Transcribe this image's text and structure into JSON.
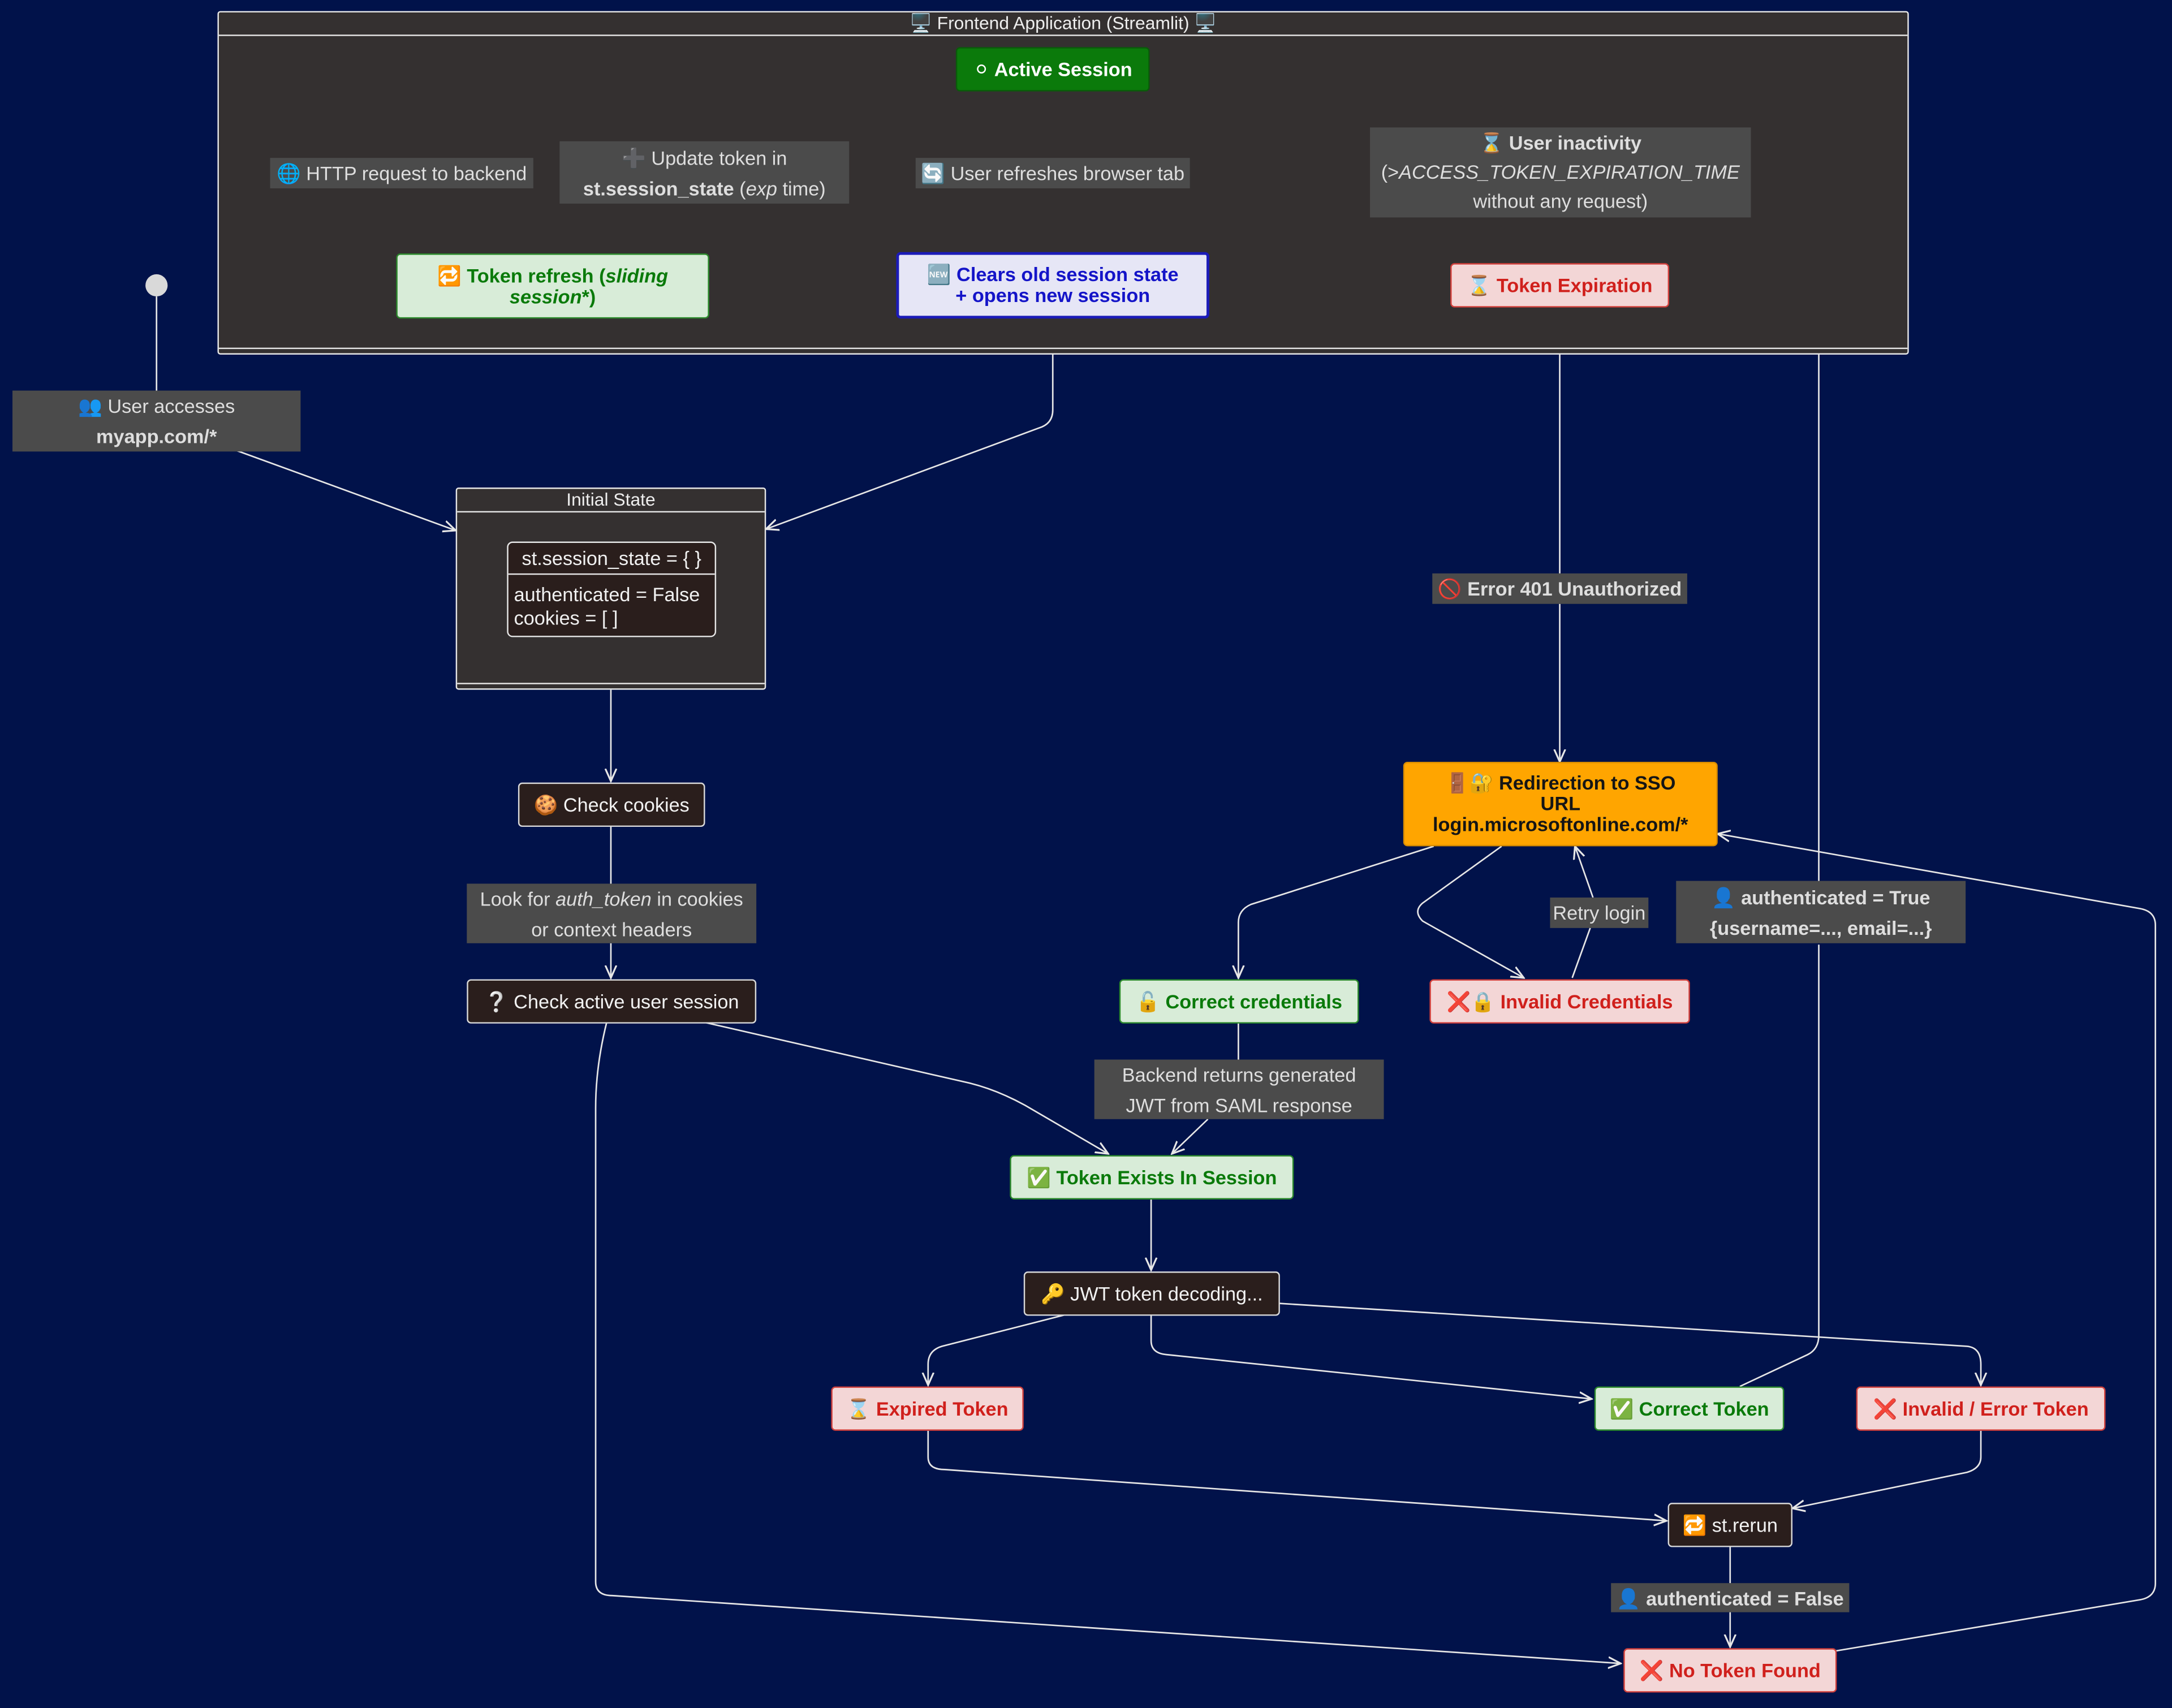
{
  "clusters": {
    "frontend_title": "🖥️ Frontend Application (Streamlit) 🖥️",
    "initial_title": "Initial State"
  },
  "nodes": {
    "active_session": "⚪ Active Session",
    "token_refresh_a": "🔁 Token refresh (",
    "token_refresh_b": "sliding session",
    "token_refresh_c": "*)",
    "clears_session_1": "🆕 Clears old session state",
    "clears_session_2": "+ opens new session",
    "token_expiration": "⌛ Token Expiration",
    "session_state_header": "st.session_state = { }",
    "session_state_auth": "authenticated = False",
    "session_state_cookies": "cookies = [ ]",
    "check_cookies": "🍪 Check cookies",
    "check_active_session": "❔ Check active user session",
    "sso_1": "🚪🔐 Redirection to SSO",
    "sso_2": "URL",
    "sso_3": "login.microsoftonline.com/*",
    "correct_credentials": "🔓 Correct credentials",
    "invalid_credentials": "❌🔒 Invalid Credentials",
    "token_exists": "✅ Token Exists In Session",
    "jwt_decoding": "🔑 JWT token decoding...",
    "expired_token": "⌛ Expired Token",
    "correct_token": "✅ Correct Token",
    "invalid_token": "❌ Invalid / Error Token",
    "st_rerun": "🔁 st.rerun",
    "no_token": "❌ No Token Found"
  },
  "edge_labels": {
    "http_request": "🌐 HTTP request to backend",
    "update_token_1": "➕ Update token in",
    "update_token_2a": "st.session_state",
    "update_token_2b": " (",
    "update_token_2c": "exp",
    "update_token_2d": " time)",
    "user_refresh": "🔄 User refreshes browser tab",
    "inactivity_1": "⌛ User inactivity",
    "inactivity_2a": "(>",
    "inactivity_2b": "ACCESS_TOKEN_EXPIRATION_TIME",
    "inactivity_3": "without any request)",
    "user_access_1": "👥  User accesses",
    "user_access_2": "myapp.com/*",
    "error_401": "🚫 Error 401 Unauthorized",
    "look_for_1a": "Look for ",
    "look_for_1b": "auth_token",
    "look_for_1c": " in cookies",
    "look_for_2": "or context headers",
    "retry_login": "Retry login",
    "auth_true_1": "👤 authenticated = True",
    "auth_true_2": "{username=..., email=...}",
    "backend_returns_1": "Backend returns generated",
    "backend_returns_2": "JWT from SAML response",
    "auth_false": "👤 authenticated = False"
  },
  "colors": {
    "background": "#01124a",
    "cluster": "#343030",
    "active": "#0b7a0b",
    "sso": "#ffa500",
    "success": "#0a7a0a",
    "error": "#d0201c",
    "info": "#1414c8"
  }
}
